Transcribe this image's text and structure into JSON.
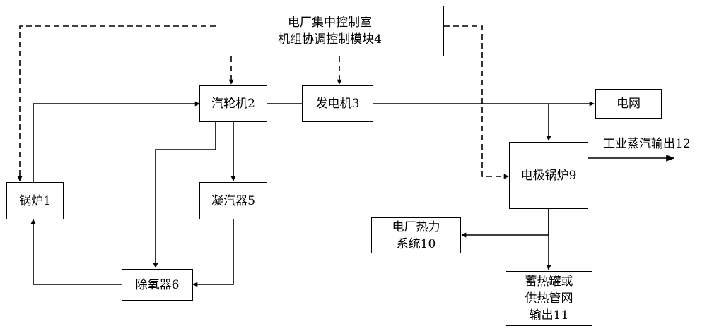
{
  "nodes": {
    "control_room": {
      "line1": "电厂集中控制室",
      "line2": "机组协调控制模块4"
    },
    "turbine": {
      "label": "汽轮机2"
    },
    "generator": {
      "label": "发电机3"
    },
    "grid": {
      "label": "电网"
    },
    "electrode_boiler": {
      "label": "电极锅炉9"
    },
    "boiler": {
      "label": "锅炉1"
    },
    "condenser": {
      "label": "凝汽器5"
    },
    "deaerator": {
      "label": "除氧器6"
    },
    "plant_thermal": {
      "line1": "电厂热力",
      "line2": "系统10"
    },
    "heat_storage": {
      "line1": "蓄热罐或",
      "line2": "供热管网",
      "line3": "输出11"
    }
  },
  "labels": {
    "industrial_steam": "工业蒸汽输出12"
  },
  "edges": [
    {
      "from": "control_room",
      "to": "boiler",
      "style": "dashed"
    },
    {
      "from": "control_room",
      "to": "turbine",
      "style": "dashed"
    },
    {
      "from": "control_room",
      "to": "generator",
      "style": "dashed"
    },
    {
      "from": "control_room",
      "to": "electrode_boiler",
      "style": "dashed"
    },
    {
      "from": "boiler",
      "to": "turbine",
      "style": "solid"
    },
    {
      "from": "turbine",
      "to": "generator",
      "style": "solid"
    },
    {
      "from": "generator",
      "to": "grid",
      "style": "solid"
    },
    {
      "from": "generator",
      "to": "electrode_boiler",
      "style": "solid"
    },
    {
      "from": "turbine",
      "to": "condenser",
      "style": "solid"
    },
    {
      "from": "turbine",
      "to": "deaerator",
      "style": "solid"
    },
    {
      "from": "condenser",
      "to": "deaerator",
      "style": "solid"
    },
    {
      "from": "deaerator",
      "to": "boiler",
      "style": "solid"
    },
    {
      "from": "electrode_boiler",
      "to": "industrial_steam",
      "style": "solid"
    },
    {
      "from": "electrode_boiler",
      "to": "plant_thermal",
      "style": "solid"
    },
    {
      "from": "electrode_boiler",
      "to": "heat_storage",
      "style": "solid"
    }
  ]
}
